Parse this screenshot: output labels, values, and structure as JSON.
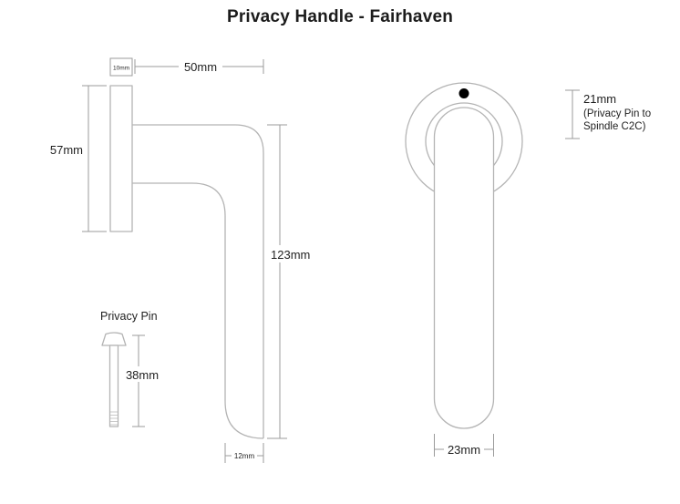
{
  "page": {
    "title": "Privacy Handle - Fairhaven"
  },
  "colors": {
    "outline": "#b4b4b4",
    "dimension_line": "#9b9b9b",
    "text": "#1f1f1f",
    "pin_dot": "#000000",
    "background": "#ffffff"
  },
  "side_view": {
    "plate_thickness": "10mm",
    "arm_length": "50mm",
    "plate_height": "57mm",
    "handle_drop": "123mm",
    "grip_thickness": "12mm"
  },
  "privacy_pin": {
    "label": "Privacy Pin",
    "length": "38mm"
  },
  "front_view": {
    "pin_to_spindle": "21mm",
    "pin_to_spindle_note_line1": "(Privacy Pin to",
    "pin_to_spindle_note_line2": "Spindle C2C)",
    "grip_width": "23mm"
  }
}
